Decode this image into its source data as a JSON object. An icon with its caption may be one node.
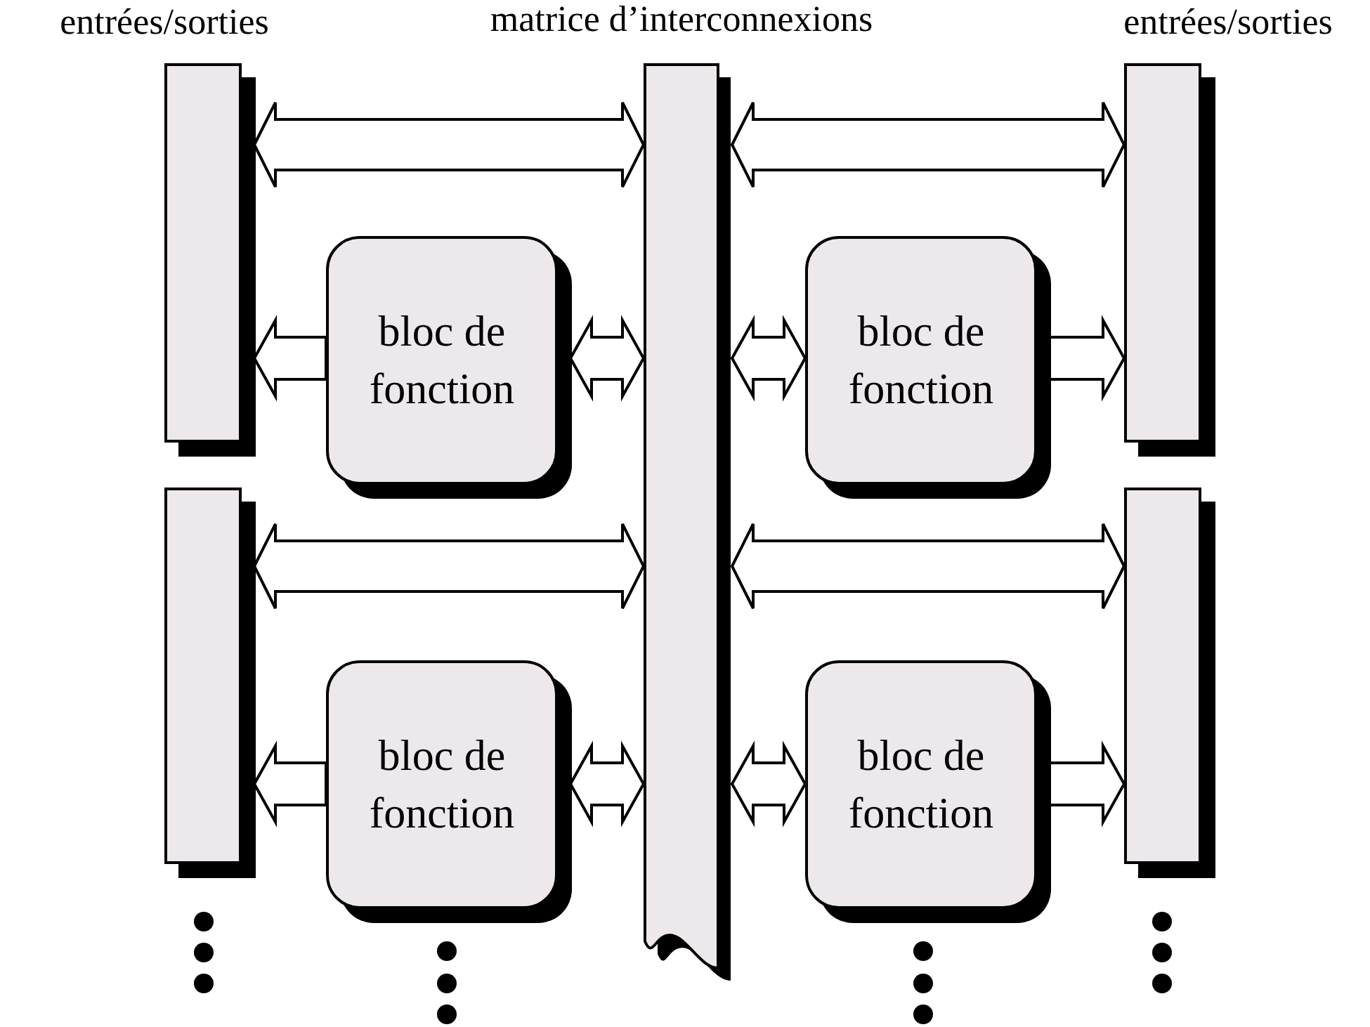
{
  "diagram": {
    "nodes": [
      {
        "text": [
          "entrées/sorties"
        ]
      },
      {
        "text": [],
        "shape": "bar"
      },
      {
        "text": [
          "matrice d’interconnexions"
        ]
      },
      {
        "text": [
          "entrées/sorties"
        ]
      },
      {
        "text": [],
        "shape": "bar"
      },
      {
        "text": [
          "bloc de fonction"
        ]
      },
      {
        "text": [
          "bloc de fonction"
        ]
      },
      {
        "text": [
          "bloc de fonction"
        ]
      },
      {
        "text": [
          "bloc de fonction"
        ]
      }
    ],
    "edges": [
      {
        "from": 0,
        "to": 2,
        "arrow": "both"
      },
      {
        "from": 5,
        "to": 0,
        "arrow": "to"
      },
      {
        "from": 5,
        "to": 2,
        "arrow": "both"
      },
      {
        "from": 2,
        "to": 3,
        "arrow": "both"
      },
      {
        "from": 2,
        "to": 6,
        "arrow": "both"
      },
      {
        "from": 6,
        "to": 3,
        "arrow": "to"
      },
      {
        "from": 1,
        "to": 2,
        "arrow": "both"
      },
      {
        "from": 7,
        "to": 1,
        "arrow": "to"
      },
      {
        "from": 7,
        "to": 2,
        "arrow": "both"
      },
      {
        "from": 2,
        "to": 4,
        "arrow": "both"
      },
      {
        "from": 2,
        "to": 8,
        "arrow": "both"
      },
      {
        "from": 8,
        "to": 4,
        "arrow": "to"
      }
    ]
  }
}
